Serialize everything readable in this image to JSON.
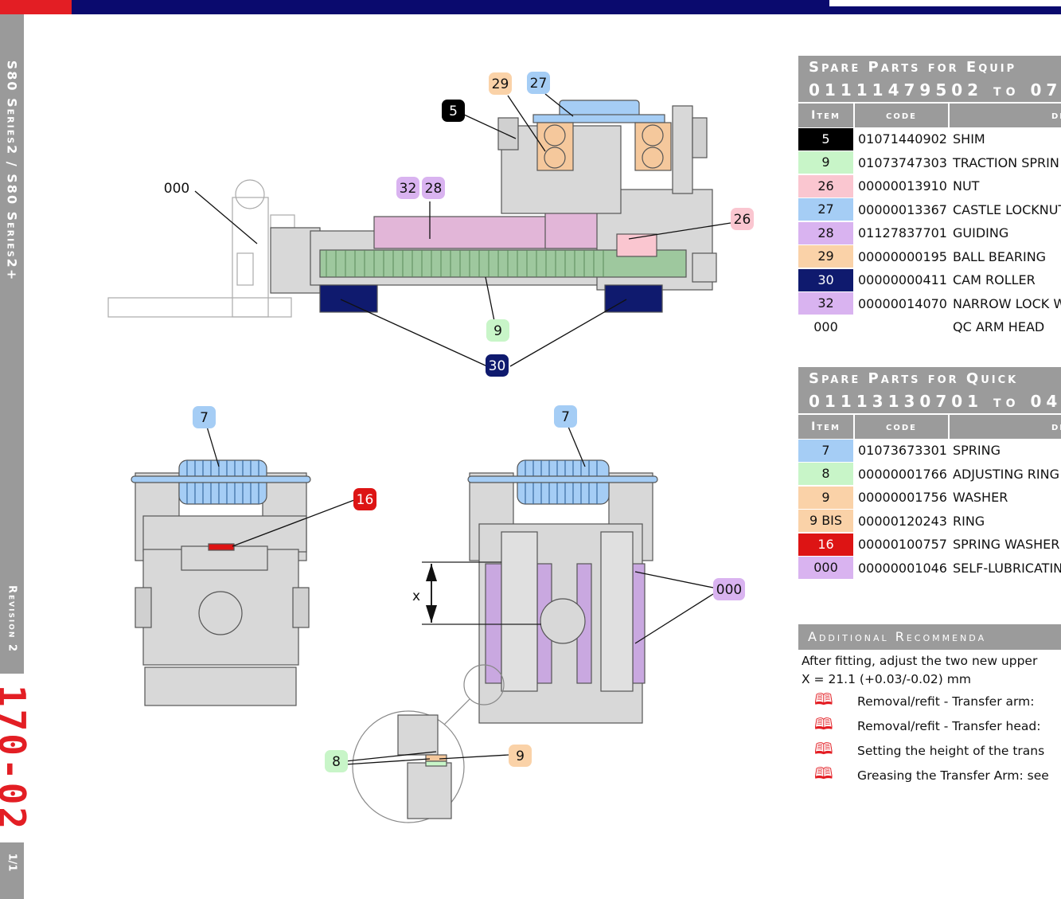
{
  "sidebar": {
    "series": "S80 Series2 / S80 Series2+",
    "revision": "Revision 2",
    "page_code": "170-02",
    "page_count": "1/1"
  },
  "callouts": {
    "n5": "5",
    "n9": "9",
    "n26": "26",
    "n27": "27",
    "n28": "28",
    "n29": "29",
    "n30": "30",
    "n32": "32",
    "arm_head": "000",
    "n7": "7",
    "n16": "16",
    "n8": "8",
    "lube": "000",
    "x": "x"
  },
  "table1": {
    "title": "Spare Parts for Equip",
    "range": "01111479502 to 07",
    "col_item": "Item",
    "col_code": "code",
    "col_desc": "de",
    "rows": [
      {
        "item": "5",
        "code": "01071440902",
        "desc": "SHIM",
        "bg": "#000000",
        "fg": "#ffffff"
      },
      {
        "item": "9",
        "code": "01073747303",
        "desc": "TRACTION SPRIN",
        "bg": "#c8f5c8",
        "fg": "#111111"
      },
      {
        "item": "26",
        "code": "00000013910",
        "desc": "NUT",
        "bg": "#fac6d0",
        "fg": "#111111"
      },
      {
        "item": "27",
        "code": "00000013367",
        "desc": "CASTLE LOCKNUT",
        "bg": "#a5cdf5",
        "fg": "#111111"
      },
      {
        "item": "28",
        "code": "01127837701",
        "desc": "GUIDING",
        "bg": "#d9b3f0",
        "fg": "#111111"
      },
      {
        "item": "29",
        "code": "00000000195",
        "desc": "BALL BEARING",
        "bg": "#fad2a8",
        "fg": "#111111"
      },
      {
        "item": "30",
        "code": "00000000411",
        "desc": "CAM ROLLER",
        "bg": "#0f1a6e",
        "fg": "#ffffff"
      },
      {
        "item": "32",
        "code": "00000014070",
        "desc": "NARROW LOCK W",
        "bg": "#d9b3f0",
        "fg": "#111111"
      },
      {
        "item": "000",
        "code": "",
        "desc": "QC ARM HEAD",
        "bg": "#ffffff",
        "fg": "#111111"
      }
    ]
  },
  "table2": {
    "title": "Spare Parts for Quick",
    "range": "01113130701 to 04",
    "col_item": "Item",
    "col_code": "code",
    "col_desc": "de",
    "rows": [
      {
        "item": "7",
        "code": "01073673301",
        "desc": "SPRING",
        "bg": "#a5cdf5",
        "fg": "#111111"
      },
      {
        "item": "8",
        "code": "00000001766",
        "desc": "ADJUSTING RING",
        "bg": "#c8f5c8",
        "fg": "#111111"
      },
      {
        "item": "9",
        "code": "00000001756",
        "desc": "WASHER",
        "bg": "#fad2a8",
        "fg": "#111111"
      },
      {
        "item": "9 BIS",
        "code": "00000120243",
        "desc": "RING",
        "bg": "#fad2a8",
        "fg": "#111111"
      },
      {
        "item": "16",
        "code": "00000100757",
        "desc": "SPRING WASHER",
        "bg": "#dd1414",
        "fg": "#ffffff"
      },
      {
        "item": "000",
        "code": "00000001046",
        "desc": "SELF-LUBRICATIN",
        "bg": "#d9b3f0",
        "fg": "#111111"
      }
    ]
  },
  "recommendations": {
    "title": "Additional Recommenda",
    "text1": "After fitting, adjust the two new upper",
    "text2": "X = 21.1 (+0.03/-0.02) mm",
    "links": [
      "Removal/refit - Transfer arm:",
      "Removal/refit - Transfer head:",
      "Setting the height of the trans",
      "Greasing the Transfer Arm: see"
    ]
  },
  "colors": {
    "accent_red": "#e31e24",
    "top_bar_blue": "#0a0a6e",
    "header_grey": "#9b9b9b"
  }
}
